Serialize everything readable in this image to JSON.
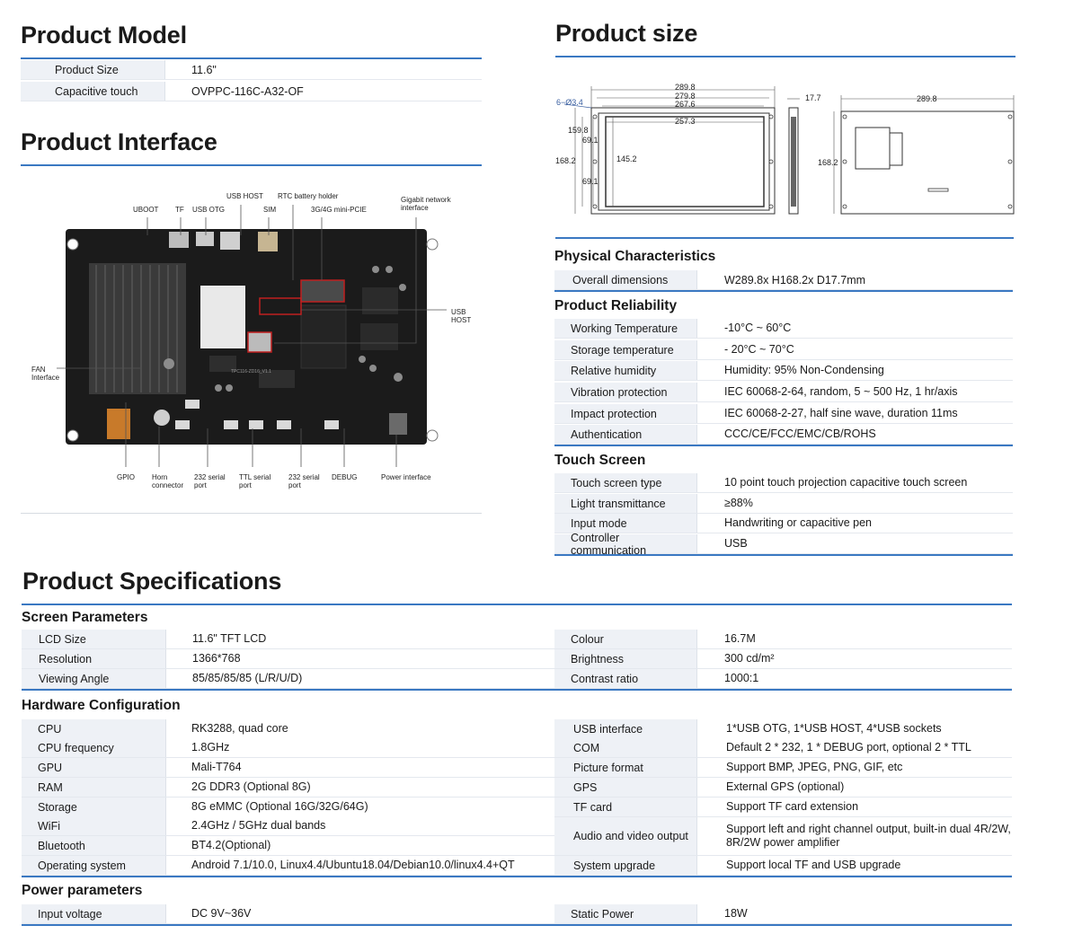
{
  "model": {
    "title": "Product Model",
    "rows": [
      {
        "key": "Product Size",
        "value": "11.6\""
      },
      {
        "key": "Capacitive touch",
        "value": "OVPPC-116C-A32-OF"
      }
    ]
  },
  "interface": {
    "title": "Product Interface",
    "labels": {
      "uboot": "UBOOT",
      "tf": "TF",
      "usb_otg": "USB OTG",
      "usb_host_top": "USB HOST",
      "sim": "SIM",
      "rtc": "RTC battery holder",
      "pcie": "3G/4G mini-PCIE",
      "gigabit": "Gigabit network interface",
      "usb_host_right": "USB HOST",
      "fan": "FAN Interface",
      "gpio": "GPIO",
      "horn": "Horn connector",
      "serial232a": "232 serial port",
      "ttl": "TTL serial port",
      "serial232b": "232 serial port",
      "debug": "DEBUG",
      "power": "Power interface",
      "board_text": "TPC116-ZD16_V1.1"
    }
  },
  "size": {
    "title": "Product size",
    "dims": {
      "w1": "289.8",
      "w2": "279.8",
      "w3": "267.6",
      "w4": "257.3",
      "holes": "6−Ø3.4",
      "h1": "159.8",
      "h2": "69.1",
      "h3": "168.2",
      "h4": "145.2",
      "h5": "69.1",
      "depth": "17.7",
      "back_w": "289.8",
      "back_h": "168.2"
    }
  },
  "physical": {
    "title": "Physical Characteristics",
    "rows": [
      {
        "key": "Overall dimensions",
        "value": "W289.8x H168.2x D17.7mm"
      }
    ]
  },
  "reliability": {
    "title": "Product Reliability",
    "rows": [
      {
        "key": "Working Temperature",
        "value": "-10°C ~ 60°C"
      },
      {
        "key": "Storage temperature",
        "value": "- 20°C ~ 70°C"
      },
      {
        "key": "Relative humidity",
        "value": "Humidity: 95% Non-Condensing"
      },
      {
        "key": "Vibration protection",
        "value": "IEC 60068-2-64, random, 5 ~ 500 Hz, 1 hr/axis"
      },
      {
        "key": "Impact protection",
        "value": "IEC 60068-2-27, half sine wave, duration 11ms"
      },
      {
        "key": "Authentication",
        "value": "CCC/CE/FCC/EMC/CB/ROHS"
      }
    ]
  },
  "touch": {
    "title": "Touch Screen",
    "rows": [
      {
        "key": "Touch screen type",
        "value": "10 point touch projection capacitive touch screen"
      },
      {
        "key": "Light transmittance",
        "value": "≥88%"
      },
      {
        "key": "Input mode",
        "value": "Handwriting or capacitive pen"
      },
      {
        "key": "Controller communication",
        "value": "USB"
      }
    ]
  },
  "specs": {
    "title": "Product Specifications",
    "screen": {
      "title": "Screen Parameters",
      "left": [
        {
          "key": "LCD Size",
          "value": "11.6\" TFT LCD"
        },
        {
          "key": "Resolution",
          "value": "1366*768"
        },
        {
          "key": "Viewing Angle",
          "value": "85/85/85/85 (L/R/U/D)"
        }
      ],
      "right": [
        {
          "key": "Colour",
          "value": "16.7M"
        },
        {
          "key": "Brightness",
          "value": "300 cd/m²"
        },
        {
          "key": "Contrast ratio",
          "value": "1000:1"
        }
      ]
    },
    "hardware": {
      "title": "Hardware Configuration",
      "left": [
        {
          "key": "CPU",
          "value": "RK3288, quad core"
        },
        {
          "key": "CPU frequency",
          "value": "1.8GHz"
        },
        {
          "key": "GPU",
          "value": "Mali-T764"
        },
        {
          "key": "RAM",
          "value": "2G DDR3 (Optional 8G)"
        },
        {
          "key": "Storage",
          "value": "8G eMMC (Optional 16G/32G/64G)"
        },
        {
          "key": "WiFi",
          "value": "2.4GHz / 5GHz dual bands"
        },
        {
          "key": "Bluetooth",
          "value": "BT4.2(Optional)"
        },
        {
          "key": "Operating system",
          "value": "Android 7.1/10.0, Linux4.4/Ubuntu18.04/Debian10.0/linux4.4+QT"
        }
      ],
      "right": [
        {
          "key": "USB interface",
          "value": "1*USB OTG, 1*USB HOST, 4*USB sockets"
        },
        {
          "key": "COM",
          "value": "Default 2 * 232, 1 * DEBUG port, optional 2 * TTL"
        },
        {
          "key": "Picture format",
          "value": "Support BMP, JPEG, PNG, GIF, etc"
        },
        {
          "key": "GPS",
          "value": "External GPS (optional)"
        },
        {
          "key": "TF card",
          "value": "Support TF card extension"
        },
        {
          "key": "Audio and video output",
          "value": "Support left and right channel output, built-in dual 4R/2W, 8R/2W power amplifier"
        },
        {
          "key": "System upgrade",
          "value": "Support local TF and USB upgrade"
        }
      ]
    },
    "power": {
      "title": "Power parameters",
      "left": [
        {
          "key": "Input voltage",
          "value": "DC 9V~36V"
        }
      ],
      "right": [
        {
          "key": "Static Power",
          "value": "18W"
        }
      ]
    }
  }
}
